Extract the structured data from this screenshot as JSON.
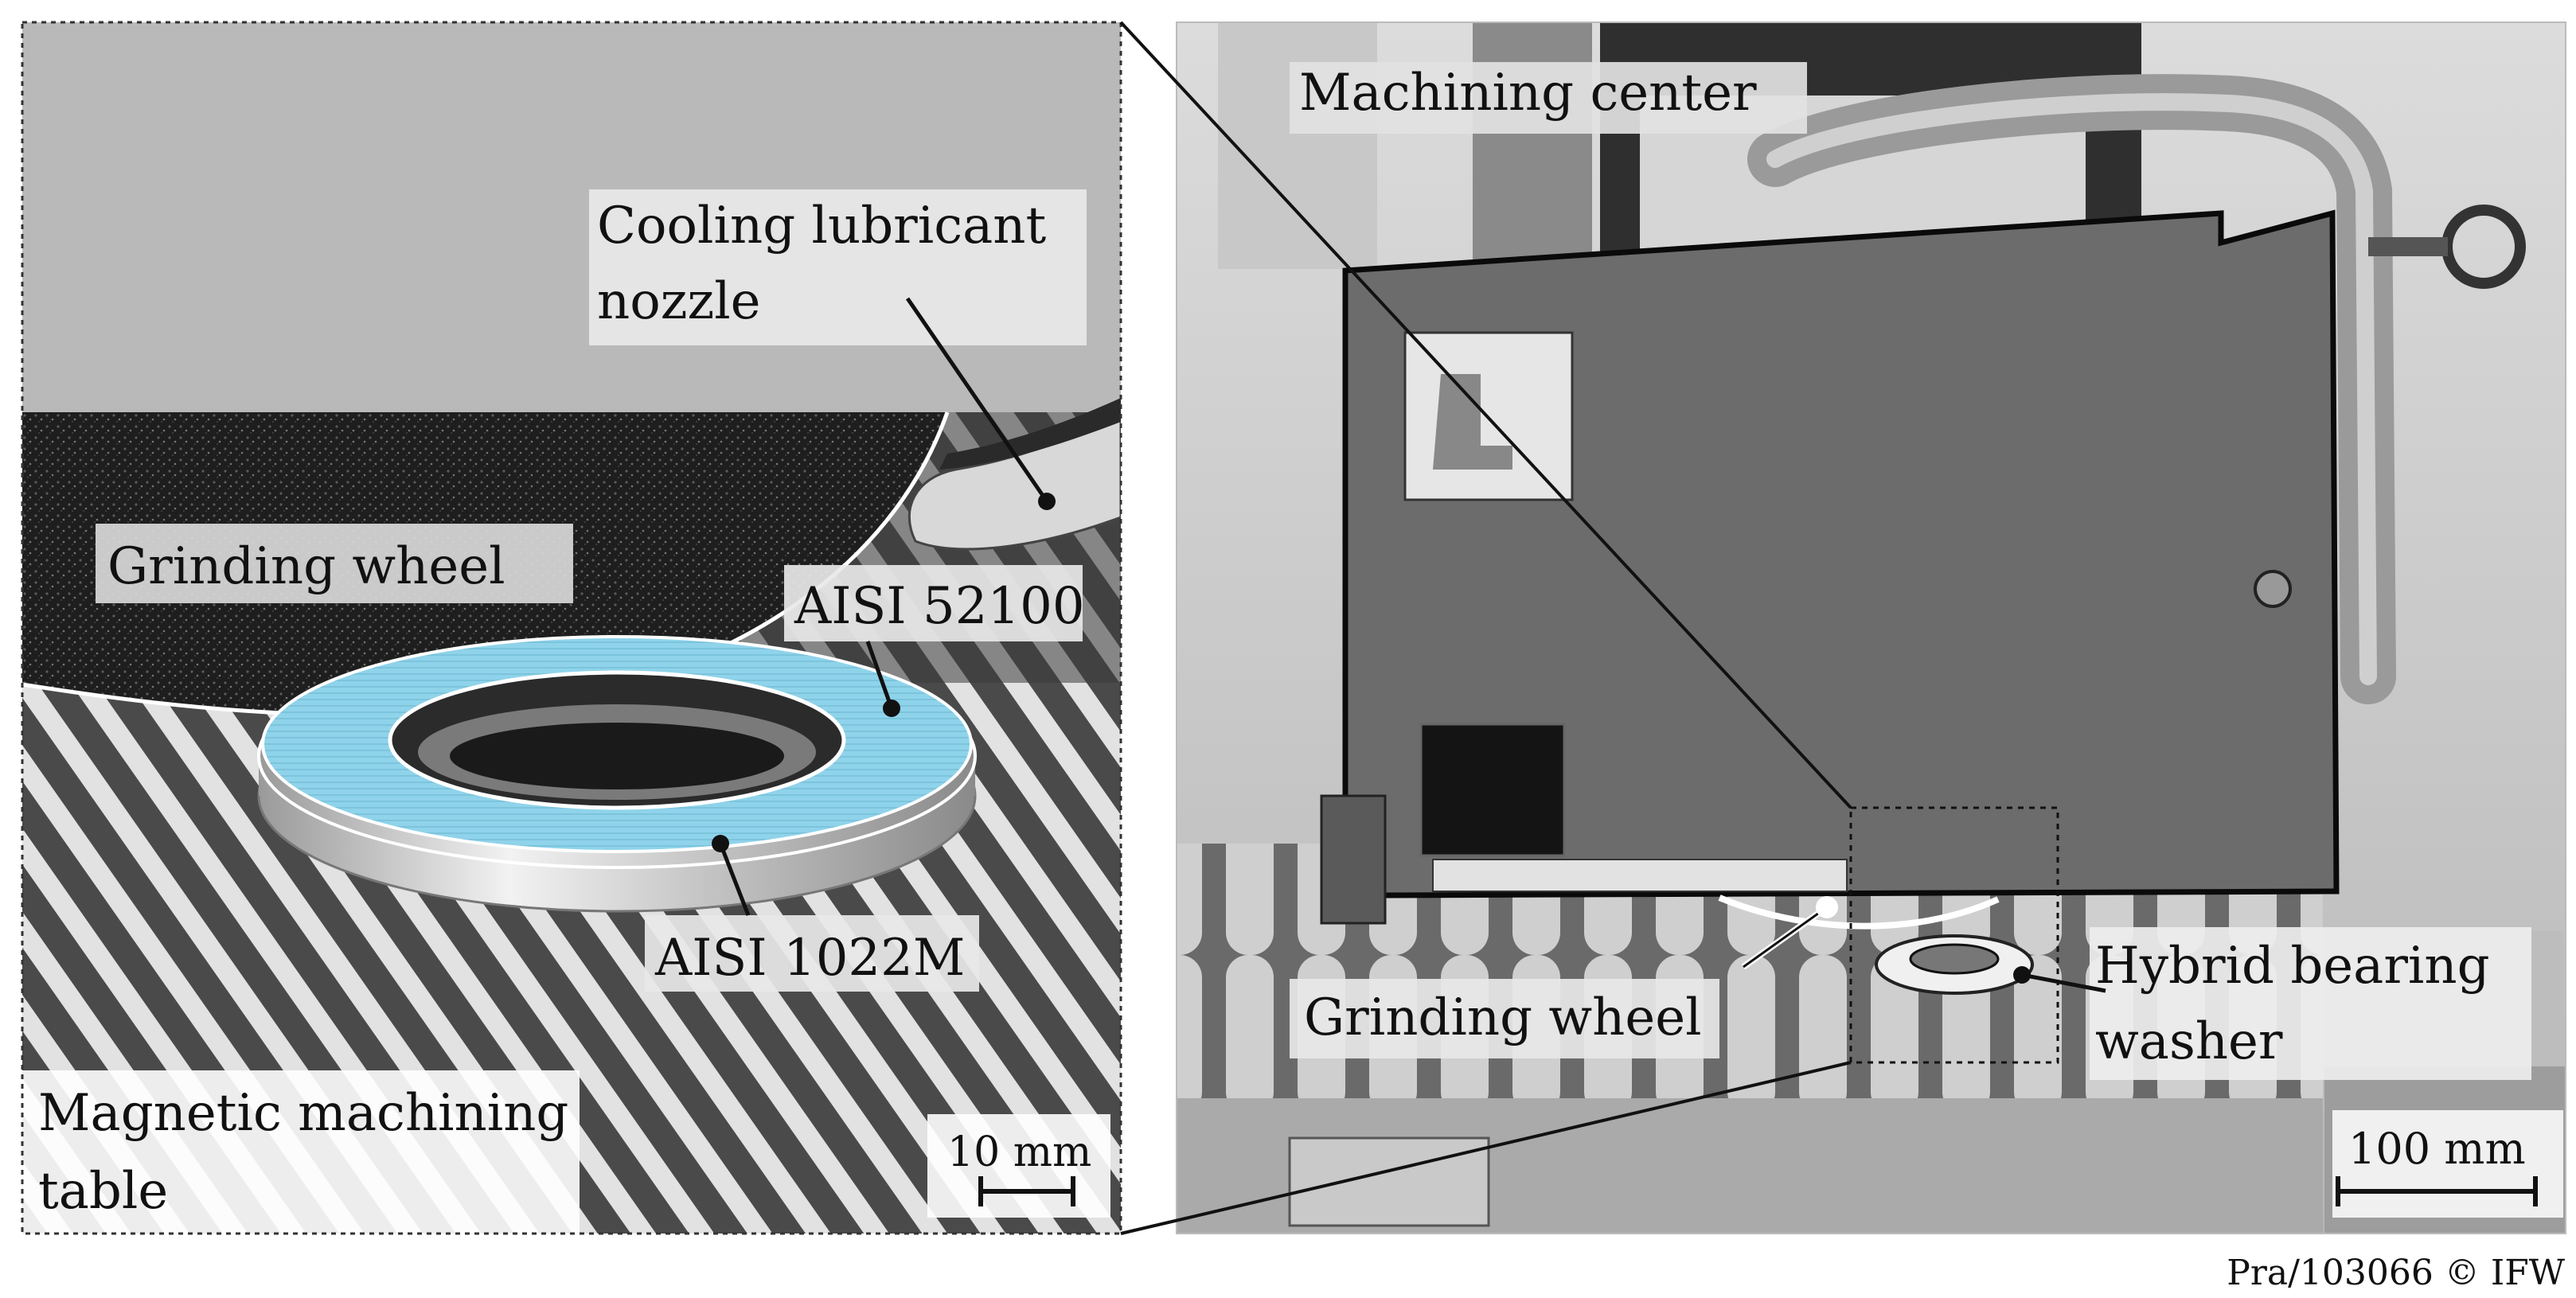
{
  "left_panel": {
    "labels": {
      "nozzle_line1": "Cooling lubricant",
      "nozzle_line2": "nozzle",
      "grinding_wheel": "Grinding wheel",
      "aisi_52100": "AISI 52100",
      "aisi_1022m": "AISI 1022M",
      "table_line1": "Magnetic machining",
      "table_line2": "table",
      "scale": "10 mm"
    }
  },
  "right_panel": {
    "labels": {
      "machining_center": "Machining center",
      "grinding_wheel": "Grinding wheel",
      "washer_line1": "Hybrid bearing",
      "washer_line2": "washer",
      "scale": "100 mm"
    }
  },
  "credit": "Pra/103066 © IFW",
  "colors": {
    "coating_highlight": "#8fd3ea",
    "label_background": "#e8e8e8"
  }
}
